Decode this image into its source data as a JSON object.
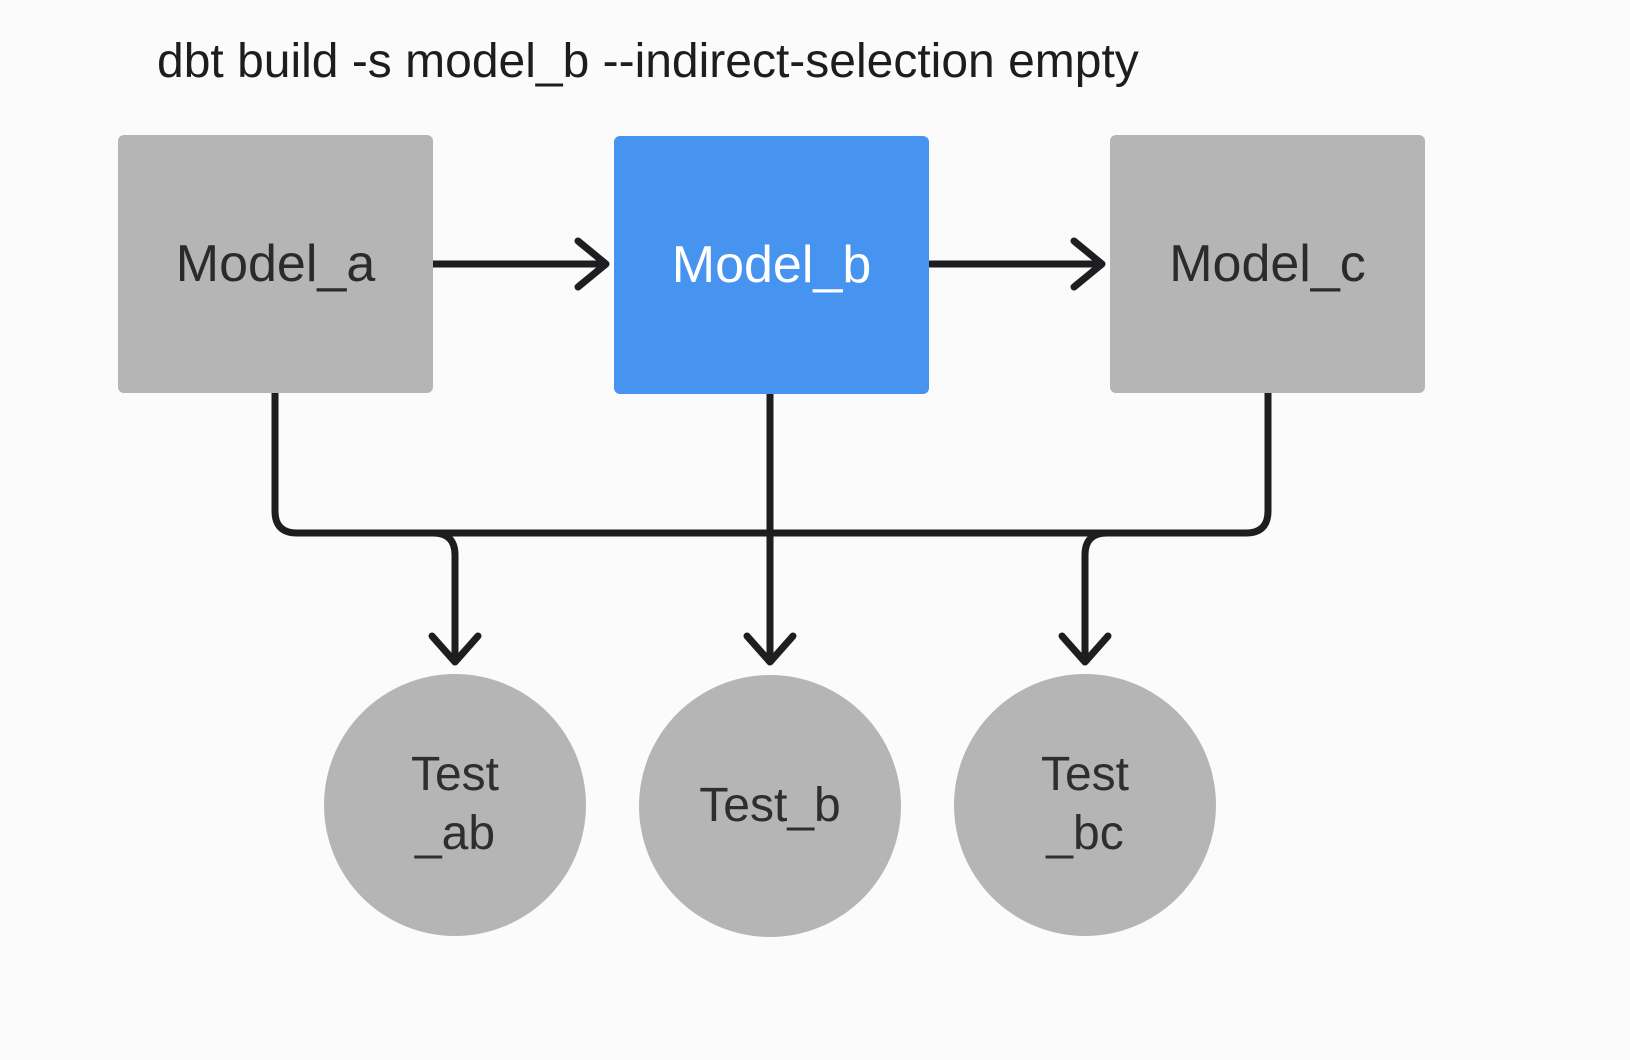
{
  "title": "dbt build -s model_b --indirect-selection empty",
  "colors": {
    "background": "#fbfbfb",
    "node_gray": "#b5b5b5",
    "node_blue": "#4793f0",
    "connector": "#1e1e20",
    "node_text": "#2b2b2b",
    "selected_node_text": "#ffffff"
  },
  "nodes": {
    "model_a": {
      "label": "Model_a"
    },
    "model_b": {
      "label": "Model_b"
    },
    "model_c": {
      "label": "Model_c"
    },
    "test_ab": {
      "line1": "Test",
      "line2": "_ab"
    },
    "test_b": {
      "label": "Test_b"
    },
    "test_bc": {
      "line1": "Test",
      "line2": "_bc"
    }
  }
}
